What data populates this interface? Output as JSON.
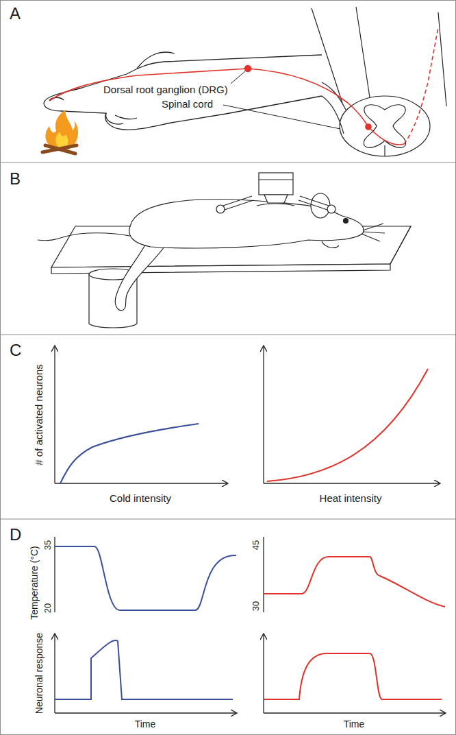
{
  "diagram": {
    "labels": [
      "A",
      "Dorsal root ganglion (DRG)",
      "Spinal cord",
      "B",
      "C",
      "# of activated neurons",
      "Cold intensity",
      "Heat intensity",
      "D",
      "Temperature (°C)",
      "35",
      "20",
      "45",
      "30",
      "Neuronal response",
      "Time",
      "Time"
    ]
  }
}
